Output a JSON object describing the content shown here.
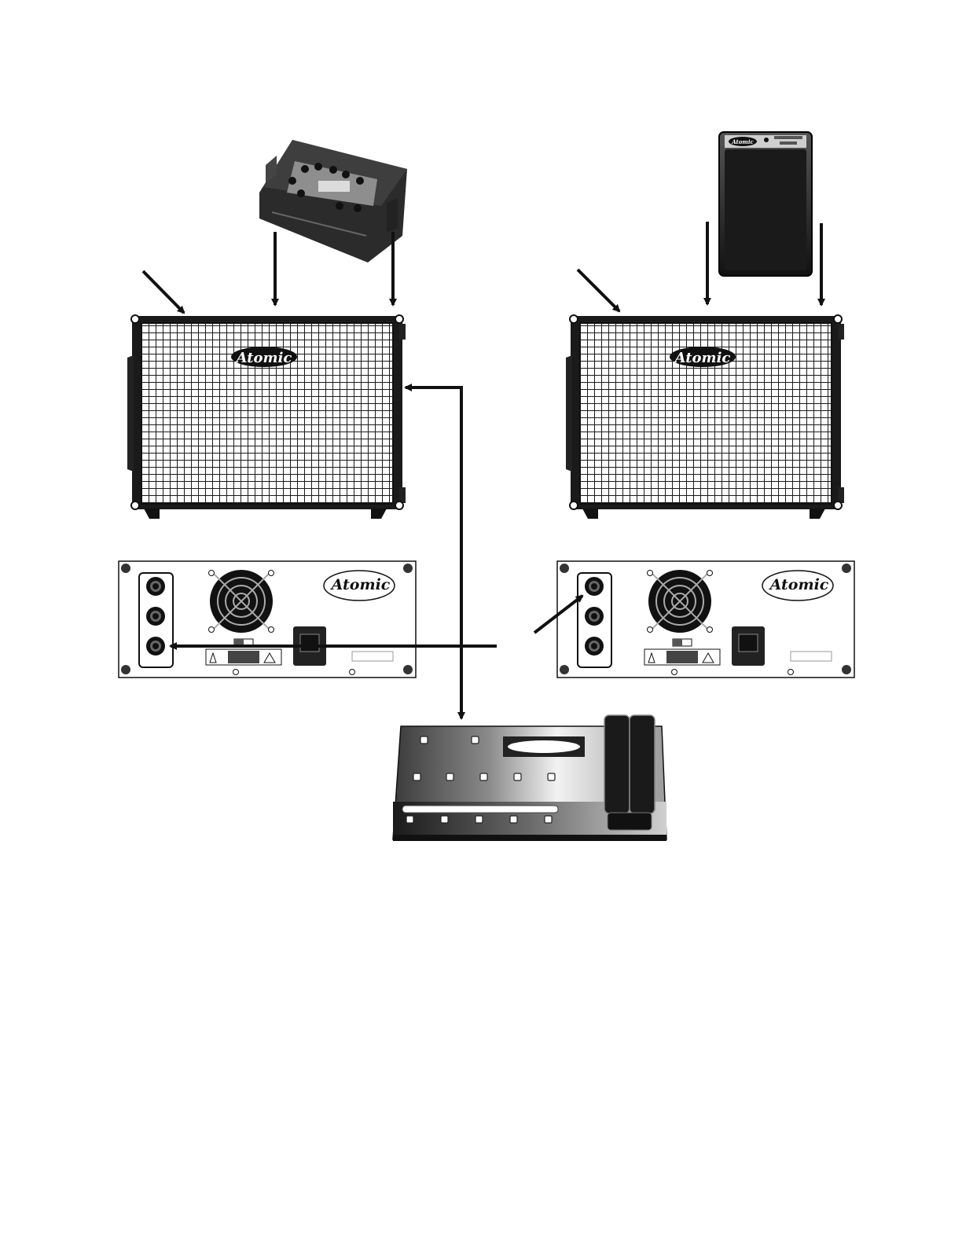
{
  "brand": {
    "name": "Atomic"
  },
  "colors": {
    "ink": "#111111",
    "grille": "#ffffff",
    "cabinet": "#1a1a1a",
    "panel": "#ffffff",
    "floorboard_light": "#e6e6e6",
    "floorboard_dark": "#2a2a2a"
  },
  "devices": [
    {
      "id": "pod-xt-live-processor",
      "icon": "desktop-modeler"
    },
    {
      "id": "stomp-pad-processor",
      "icon": "pedalboard-modeler",
      "label": "Atomic"
    },
    {
      "id": "left-speaker-cabinet",
      "icon": "speaker-cabinet",
      "label": "Atomic"
    },
    {
      "id": "right-speaker-cabinet",
      "icon": "speaker-cabinet",
      "label": "Atomic"
    },
    {
      "id": "left-amp-rear-panel",
      "icon": "amp-rear-panel",
      "label": "Atomic"
    },
    {
      "id": "right-amp-rear-panel",
      "icon": "amp-rear-panel",
      "label": "Atomic"
    },
    {
      "id": "floor-controller",
      "icon": "floor-board"
    }
  ],
  "connections": [
    {
      "from": "pointer",
      "to": "left-speaker-cabinet"
    },
    {
      "from": "pod-xt-live-processor",
      "to": "left-speaker-cabinet"
    },
    {
      "from": "pod-xt-live-processor",
      "to": "left-speaker-cabinet"
    },
    {
      "from": "pointer",
      "to": "right-speaker-cabinet"
    },
    {
      "from": "stomp-pad-processor",
      "to": "right-speaker-cabinet"
    },
    {
      "from": "stomp-pad-processor",
      "to": "right-speaker-cabinet"
    },
    {
      "from": "floor-controller",
      "to": "left-speaker-cabinet"
    },
    {
      "from": "left-speaker-cabinet",
      "to": "floor-controller"
    },
    {
      "from": "right-amp-rear-panel",
      "to": "left-amp-rear-panel"
    },
    {
      "from": "pointer",
      "to": "right-amp-rear-panel"
    }
  ]
}
